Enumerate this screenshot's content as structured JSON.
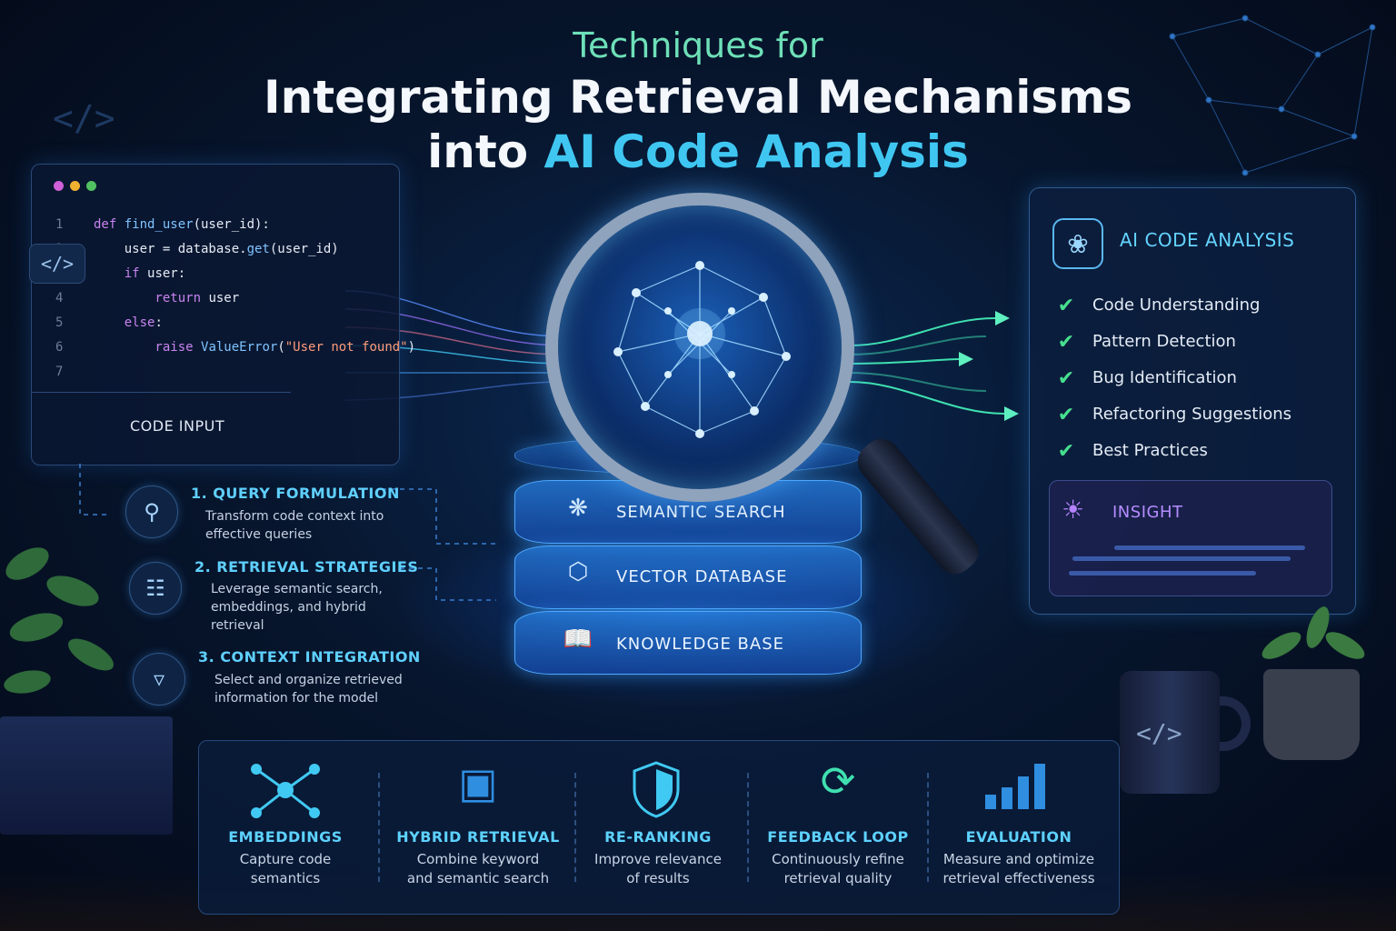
{
  "header": {
    "subtitle": "Techniques for",
    "title_line1": "Integrating Retrieval Mechanisms",
    "title_line2_prefix": "into ",
    "title_line2_accent": "AI Code Analysis"
  },
  "code_panel": {
    "line_numbers": [
      "1",
      "2",
      "3",
      "4",
      "5",
      "6",
      "7"
    ],
    "code": {
      "l1_kw": "def ",
      "l1_fn": "find_user",
      "l1_rest": "(user_id):",
      "l2_pre": "    user = database.",
      "l2_fn": "get",
      "l2_rest": "(user_id)",
      "l3_kw": "    if ",
      "l3_rest": "user:",
      "l4_kw": "        return ",
      "l4_rest": "user",
      "l5_kw": "    else",
      "l5_rest": ":",
      "l6_kw": "        raise ",
      "l6_fn": "ValueError",
      "l6_open": "(",
      "l6_str": "\"User not found\"",
      "l6_close": ")"
    },
    "input_icon": "</>",
    "input_label": "CODE INPUT"
  },
  "steps": [
    {
      "title": "1. QUERY FORMULATION",
      "desc": "Transform code context into effective queries",
      "icon": "search-icon"
    },
    {
      "title": "2. RETRIEVAL STRATEGIES",
      "desc": "Leverage semantic search, embeddings, and hybrid retrieval",
      "icon": "database-icon"
    },
    {
      "title": "3. CONTEXT INTEGRATION",
      "desc": "Select and organize retrieved information for the model",
      "icon": "filter-icon"
    }
  ],
  "retrieval_stack": [
    {
      "label": "SEMANTIC SEARCH",
      "icon": "network-icon"
    },
    {
      "label": "VECTOR DATABASE",
      "icon": "hexagon-network-icon"
    },
    {
      "label": "KNOWLEDGE BASE",
      "icon": "book-icon"
    }
  ],
  "analysis_panel": {
    "title": "AI CODE ANALYSIS",
    "items": [
      "Code Understanding",
      "Pattern Detection",
      "Bug Identification",
      "Refactoring Suggestions",
      "Best Practices"
    ],
    "insight_label": "INSIGHT"
  },
  "features": [
    {
      "title": "EMBEDDINGS",
      "desc_line1": "Capture code",
      "desc_line2": "semantics",
      "icon": "graph-icon"
    },
    {
      "title": "HYBRID RETRIEVAL",
      "desc_line1": "Combine keyword",
      "desc_line2": "and semantic search",
      "icon": "puzzle-icon"
    },
    {
      "title": "RE-RANKING",
      "desc_line1": "Improve relevance",
      "desc_line2": "of results",
      "icon": "shield-icon"
    },
    {
      "title": "FEEDBACK LOOP",
      "desc_line1": "Continuously refine",
      "desc_line2": "retrieval quality",
      "icon": "refresh-icon"
    },
    {
      "title": "EVALUATION",
      "desc_line1": "Measure and optimize",
      "desc_line2": "retrieval effectiveness",
      "icon": "bar-chart-icon"
    }
  ],
  "decor": {
    "code_symbol": "</>",
    "mug_logo": "</>"
  },
  "colors": {
    "accent_cyan": "#3fc7f2",
    "accent_green": "#46e08f",
    "accent_purple": "#b48cff",
    "background": "#07162e"
  }
}
